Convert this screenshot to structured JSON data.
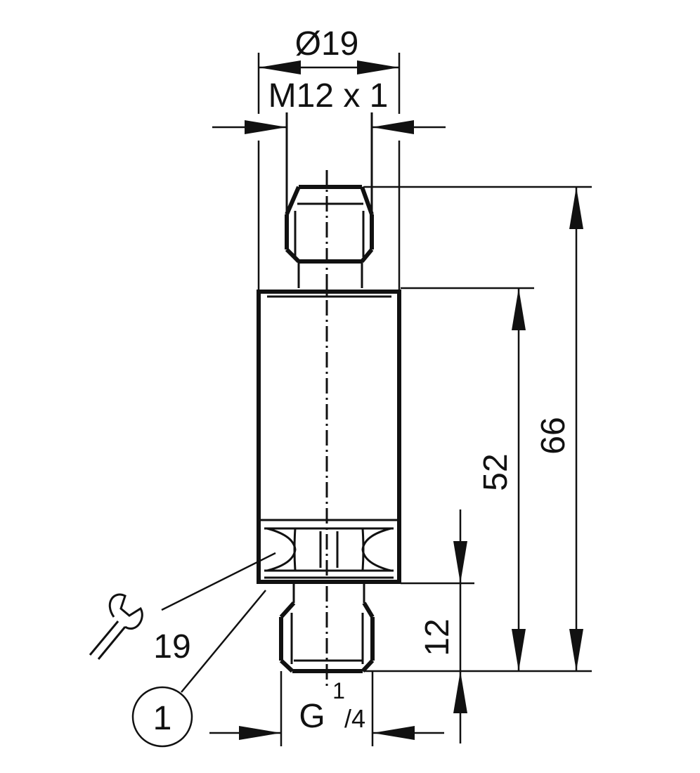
{
  "drawing": {
    "dims": {
      "diameter": "Ø19",
      "thread_top": "M12 x 1",
      "height_body": "52",
      "height_total": "66",
      "thread_len": "12",
      "wrench_size": "19",
      "thread_bottom_main": "G",
      "thread_bottom_num": "1",
      "thread_bottom_den": "/4"
    },
    "callout": "1",
    "icons": [
      "wrench-icon"
    ],
    "color": "#111111"
  }
}
